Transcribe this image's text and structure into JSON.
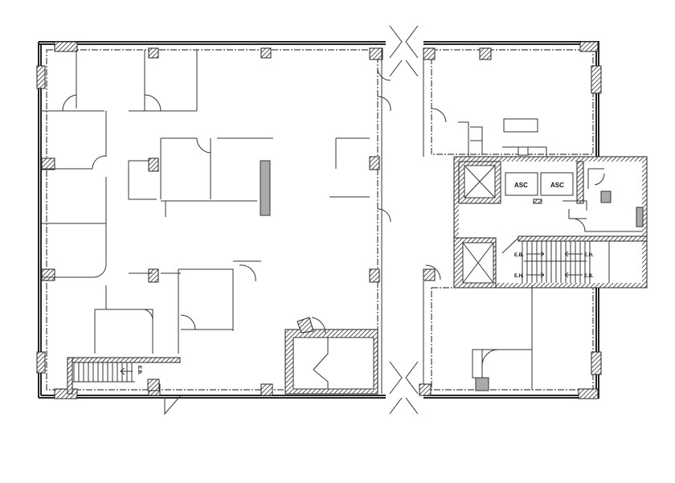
{
  "plan": {
    "elevator_labels": [
      "ASC",
      "ASC"
    ],
    "stair_labels": {
      "upper_left": "E.B.",
      "upper_right": "E.H.",
      "lower_left": "E.H.",
      "lower_right": "E.B.",
      "west_stair": "E.B."
    }
  }
}
